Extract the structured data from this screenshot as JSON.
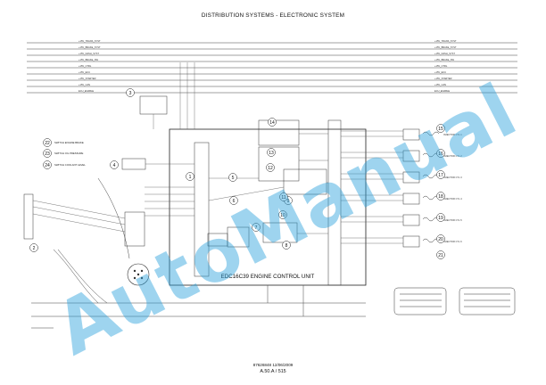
{
  "page_title": "DISTRIBUTION SYSTEMS - ELECTRONIC SYSTEM",
  "ecu_label": "EDC16C39 ENGINE CONTROL UNIT",
  "doc_number": "87626848 12/06/2009",
  "page_ref": "A.50.A / 515",
  "watermark": "AutoManual",
  "callouts": [
    "1",
    "2",
    "3",
    "4",
    "5",
    "6",
    "7",
    "8",
    "9",
    "10",
    "11",
    "12",
    "13",
    "14",
    "15",
    "16",
    "17",
    "18",
    "19",
    "20",
    "21",
    "22",
    "23",
    "24"
  ],
  "legend_items": [
    {
      "num": "22",
      "text": "SWITCH ENGINE BRAKE"
    },
    {
      "num": "23",
      "text": "SWITCH OIL PRESSURE"
    },
    {
      "num": "24",
      "text": "SWITCH COOLANT LEVEL"
    }
  ],
  "bus_labels_left": [
    "+15V_TRANS_SYST",
    "+15V_BRAKE_SYST",
    "+15V_DASH_SYST",
    "+15V_BRAKE_SW",
    "+15V_CTRL",
    "+15V_ECU",
    "+15V_STARTER",
    "+15V_CAN",
    "ECU_ENABLE"
  ],
  "bus_labels_right": [
    "+15V_TRANS_SYST",
    "+15V_BRAKE_SYST",
    "+15V_DASH_SYST",
    "+15V_BRAKE_SW",
    "+15V_CTRL",
    "+15V_ECU",
    "+15V_STARTER",
    "+15V_CAN",
    "ECU_ENABLE"
  ],
  "injector_labels": [
    "INJECTOR CYL 1",
    "INJECTOR CYL 2",
    "INJECTOR CYL 3",
    "INJECTOR CYL 4",
    "INJECTOR CYL 5",
    "INJECTOR CYL 6"
  ],
  "colors": {
    "watermark": "#28a0dc",
    "line": "#333333",
    "text": "#111111"
  }
}
